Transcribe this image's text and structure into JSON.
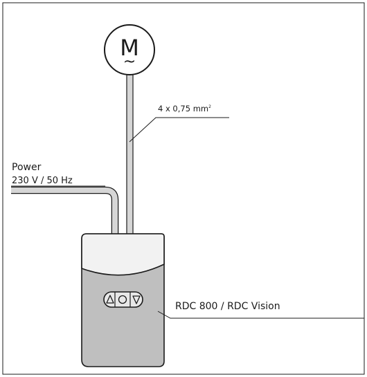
{
  "motor": {
    "symbol_letter": "M",
    "symbol_wave": "~"
  },
  "cable": {
    "label": "4 x 0,75 mm",
    "label_superscript": "2"
  },
  "power": {
    "title": "Power",
    "spec": "230 V / 50 Hz"
  },
  "controller": {
    "label": "RDC 800 / RDC Vision",
    "buttons": [
      "up-arrow",
      "stop",
      "down-arrow"
    ]
  },
  "colors": {
    "line": "#1a1a1a",
    "cable_fill": "#d6d6d6",
    "housing_top": "#f2f2f2",
    "housing_body": "#bfbfbf",
    "keypad": "#e8e8e8"
  }
}
